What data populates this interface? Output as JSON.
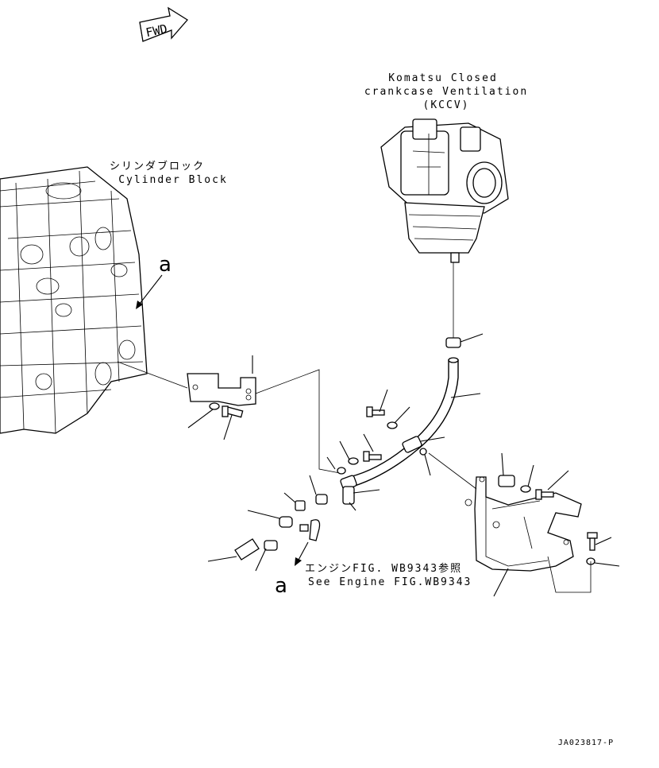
{
  "fwd_label": "FWD",
  "labels": {
    "kccv_line1": "Komatsu Closed",
    "kccv_line2": "crankcase Ventilation",
    "kccv_line3": "(KCCV)",
    "block_jp": "シリンダブロック",
    "block_en": "Cylinder Block",
    "ref_jp": "エンジンFIG. WB9343参照",
    "ref_en": "See Engine FIG.WB9343",
    "marker_a_top": "a",
    "marker_a_bottom": "a",
    "drawing_number": "JA023817-P"
  }
}
